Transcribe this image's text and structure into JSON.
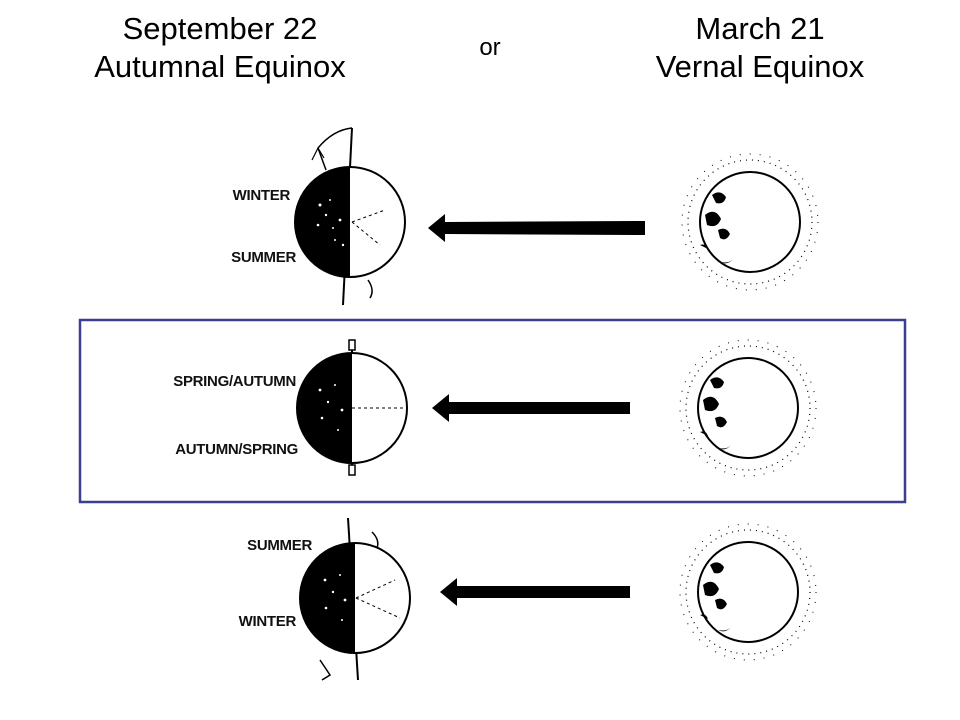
{
  "headings": {
    "left_date": "September 22",
    "left_event": "Autumnal Equinox",
    "or": "or",
    "right_date": "March 21",
    "right_event": "Vernal Equinox"
  },
  "rows": [
    {
      "upper_label": "WINTER",
      "lower_label": "SUMMER",
      "highlighted": false
    },
    {
      "upper_label": "SPRING/AUTUMN",
      "lower_label": "AUTUMN/SPRING",
      "highlighted": true
    },
    {
      "upper_label": "SUMMER",
      "lower_label": "WINTER",
      "highlighted": false
    }
  ],
  "colors": {
    "highlight_border": "#3b3f8f",
    "ink": "#000000",
    "background": "#ffffff"
  }
}
